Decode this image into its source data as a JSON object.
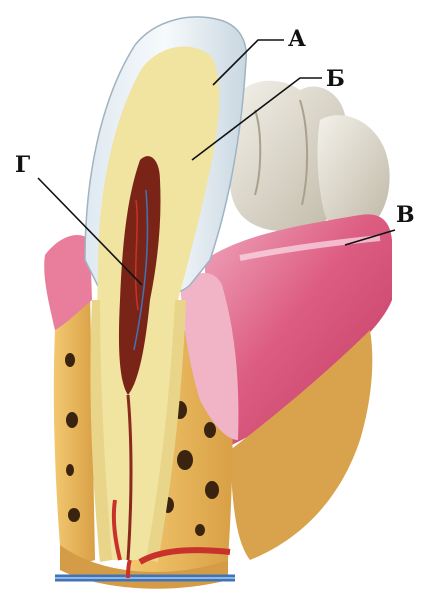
{
  "colors": {
    "enamel": "#e9f1f6",
    "dentin": "#f3e6a6",
    "pulp": "#7a2418",
    "gum": "#d8557a",
    "gum_light": "#f3b9cb",
    "bone": "#e8b85a",
    "bone_dark": "#3a2410",
    "vessel_red": "#c8322a",
    "vessel_blue": "#3f74b8",
    "back_teeth": "#e9e6dc"
  },
  "labels": {
    "a": {
      "text": "А"
    },
    "b": {
      "text": "Б"
    },
    "v": {
      "text": "В"
    },
    "g": {
      "text": "Г"
    }
  }
}
